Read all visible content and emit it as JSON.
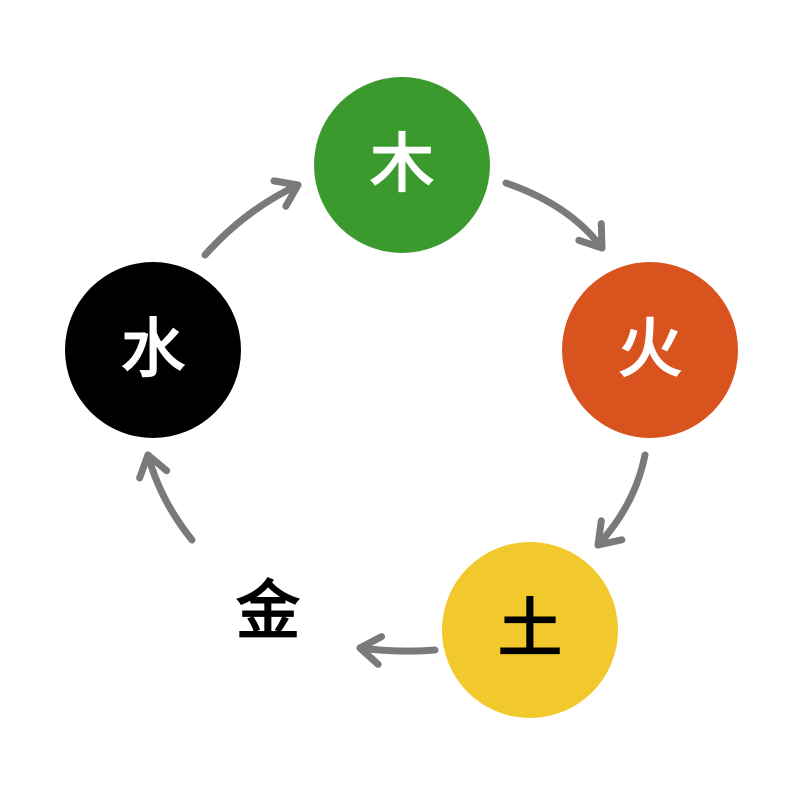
{
  "elements": [
    {
      "key": "wood",
      "label": "木",
      "fill": "#3a9a2e",
      "text_color": "#ffffff",
      "circle": true
    },
    {
      "key": "fire",
      "label": "火",
      "fill": "#d9531e",
      "text_color": "#ffffff",
      "circle": true
    },
    {
      "key": "earth",
      "label": "土",
      "fill": "#f2c92c",
      "text_color": "#000000",
      "circle": true
    },
    {
      "key": "metal",
      "label": "金",
      "fill": "#ffffff",
      "text_color": "#000000",
      "circle": false
    },
    {
      "key": "water",
      "label": "水",
      "fill": "#000000",
      "text_color": "#ffffff",
      "circle": true
    }
  ],
  "cycle": [
    {
      "from": "wood",
      "to": "fire"
    },
    {
      "from": "fire",
      "to": "earth"
    },
    {
      "from": "earth",
      "to": "metal"
    },
    {
      "from": "metal",
      "to": "water"
    },
    {
      "from": "water",
      "to": "wood"
    }
  ],
  "arrow_color": "#7a7a7a"
}
